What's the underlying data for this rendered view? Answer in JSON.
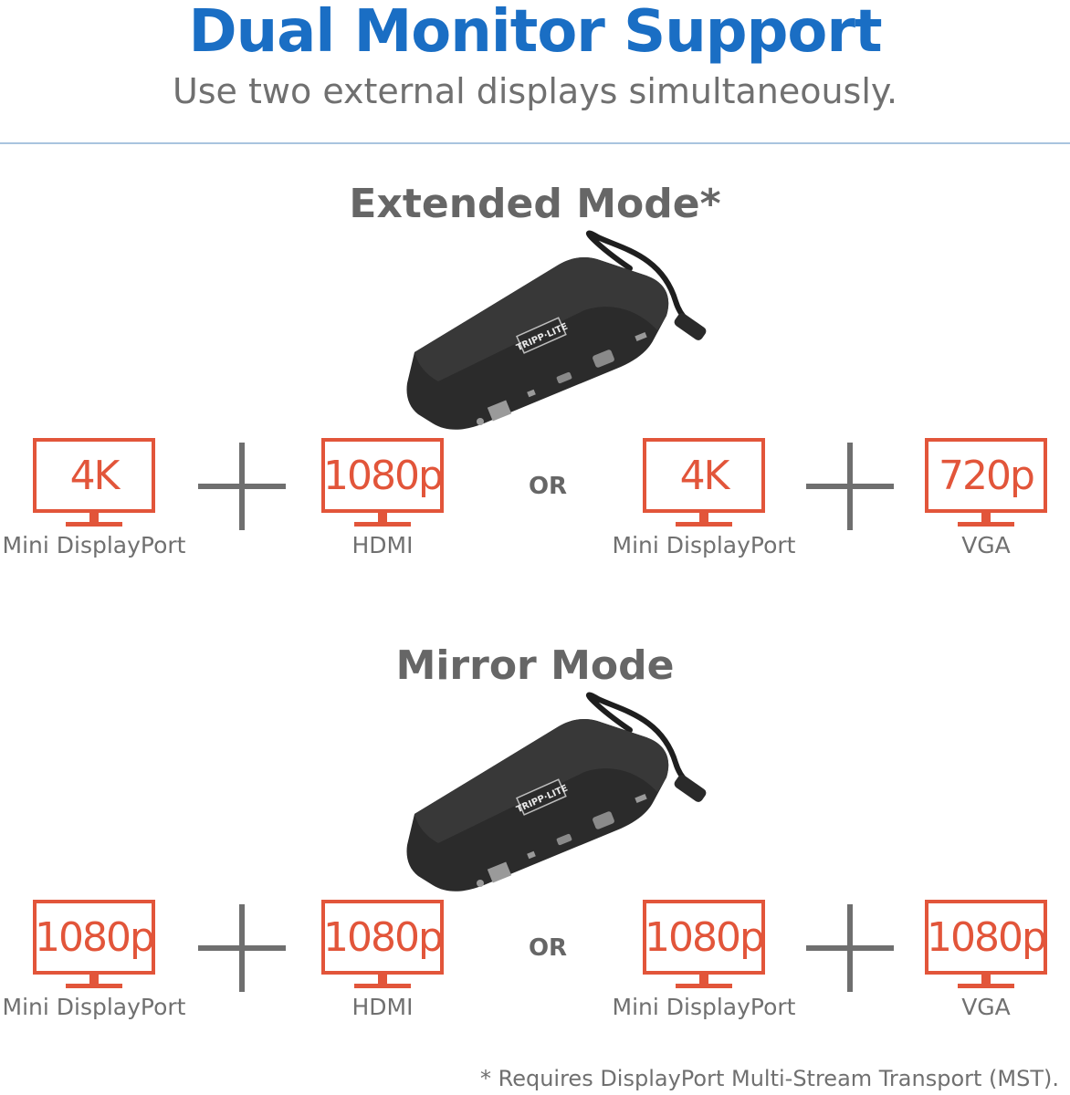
{
  "header": {
    "title": "Dual Monitor Support",
    "subtitle": "Use two external displays simultaneously."
  },
  "colors": {
    "title_blue": "#1a6ec4",
    "text_gray": "#707070",
    "heading_gray": "#666666",
    "accent_orange": "#e2553a",
    "divider_blue": "#a9c4df",
    "plus_gray": "#6f6f6f",
    "device_black": "#2a2a2a"
  },
  "device": {
    "brand_logo": "TRIPP·LITE"
  },
  "sections": [
    {
      "title": "Extended Mode*",
      "separator": "OR",
      "monitors": [
        {
          "resolution": "4K",
          "port": "Mini DisplayPort"
        },
        {
          "resolution": "1080p",
          "port": "HDMI"
        },
        {
          "resolution": "4K",
          "port": "Mini DisplayPort"
        },
        {
          "resolution": "720p",
          "port": "VGA"
        }
      ]
    },
    {
      "title": "Mirror Mode",
      "separator": "OR",
      "monitors": [
        {
          "resolution": "1080p",
          "port": "Mini DisplayPort"
        },
        {
          "resolution": "1080p",
          "port": "HDMI"
        },
        {
          "resolution": "1080p",
          "port": "Mini DisplayPort"
        },
        {
          "resolution": "1080p",
          "port": "VGA"
        }
      ]
    }
  ],
  "footnote": "* Requires DisplayPort Multi-Stream Transport (MST)."
}
